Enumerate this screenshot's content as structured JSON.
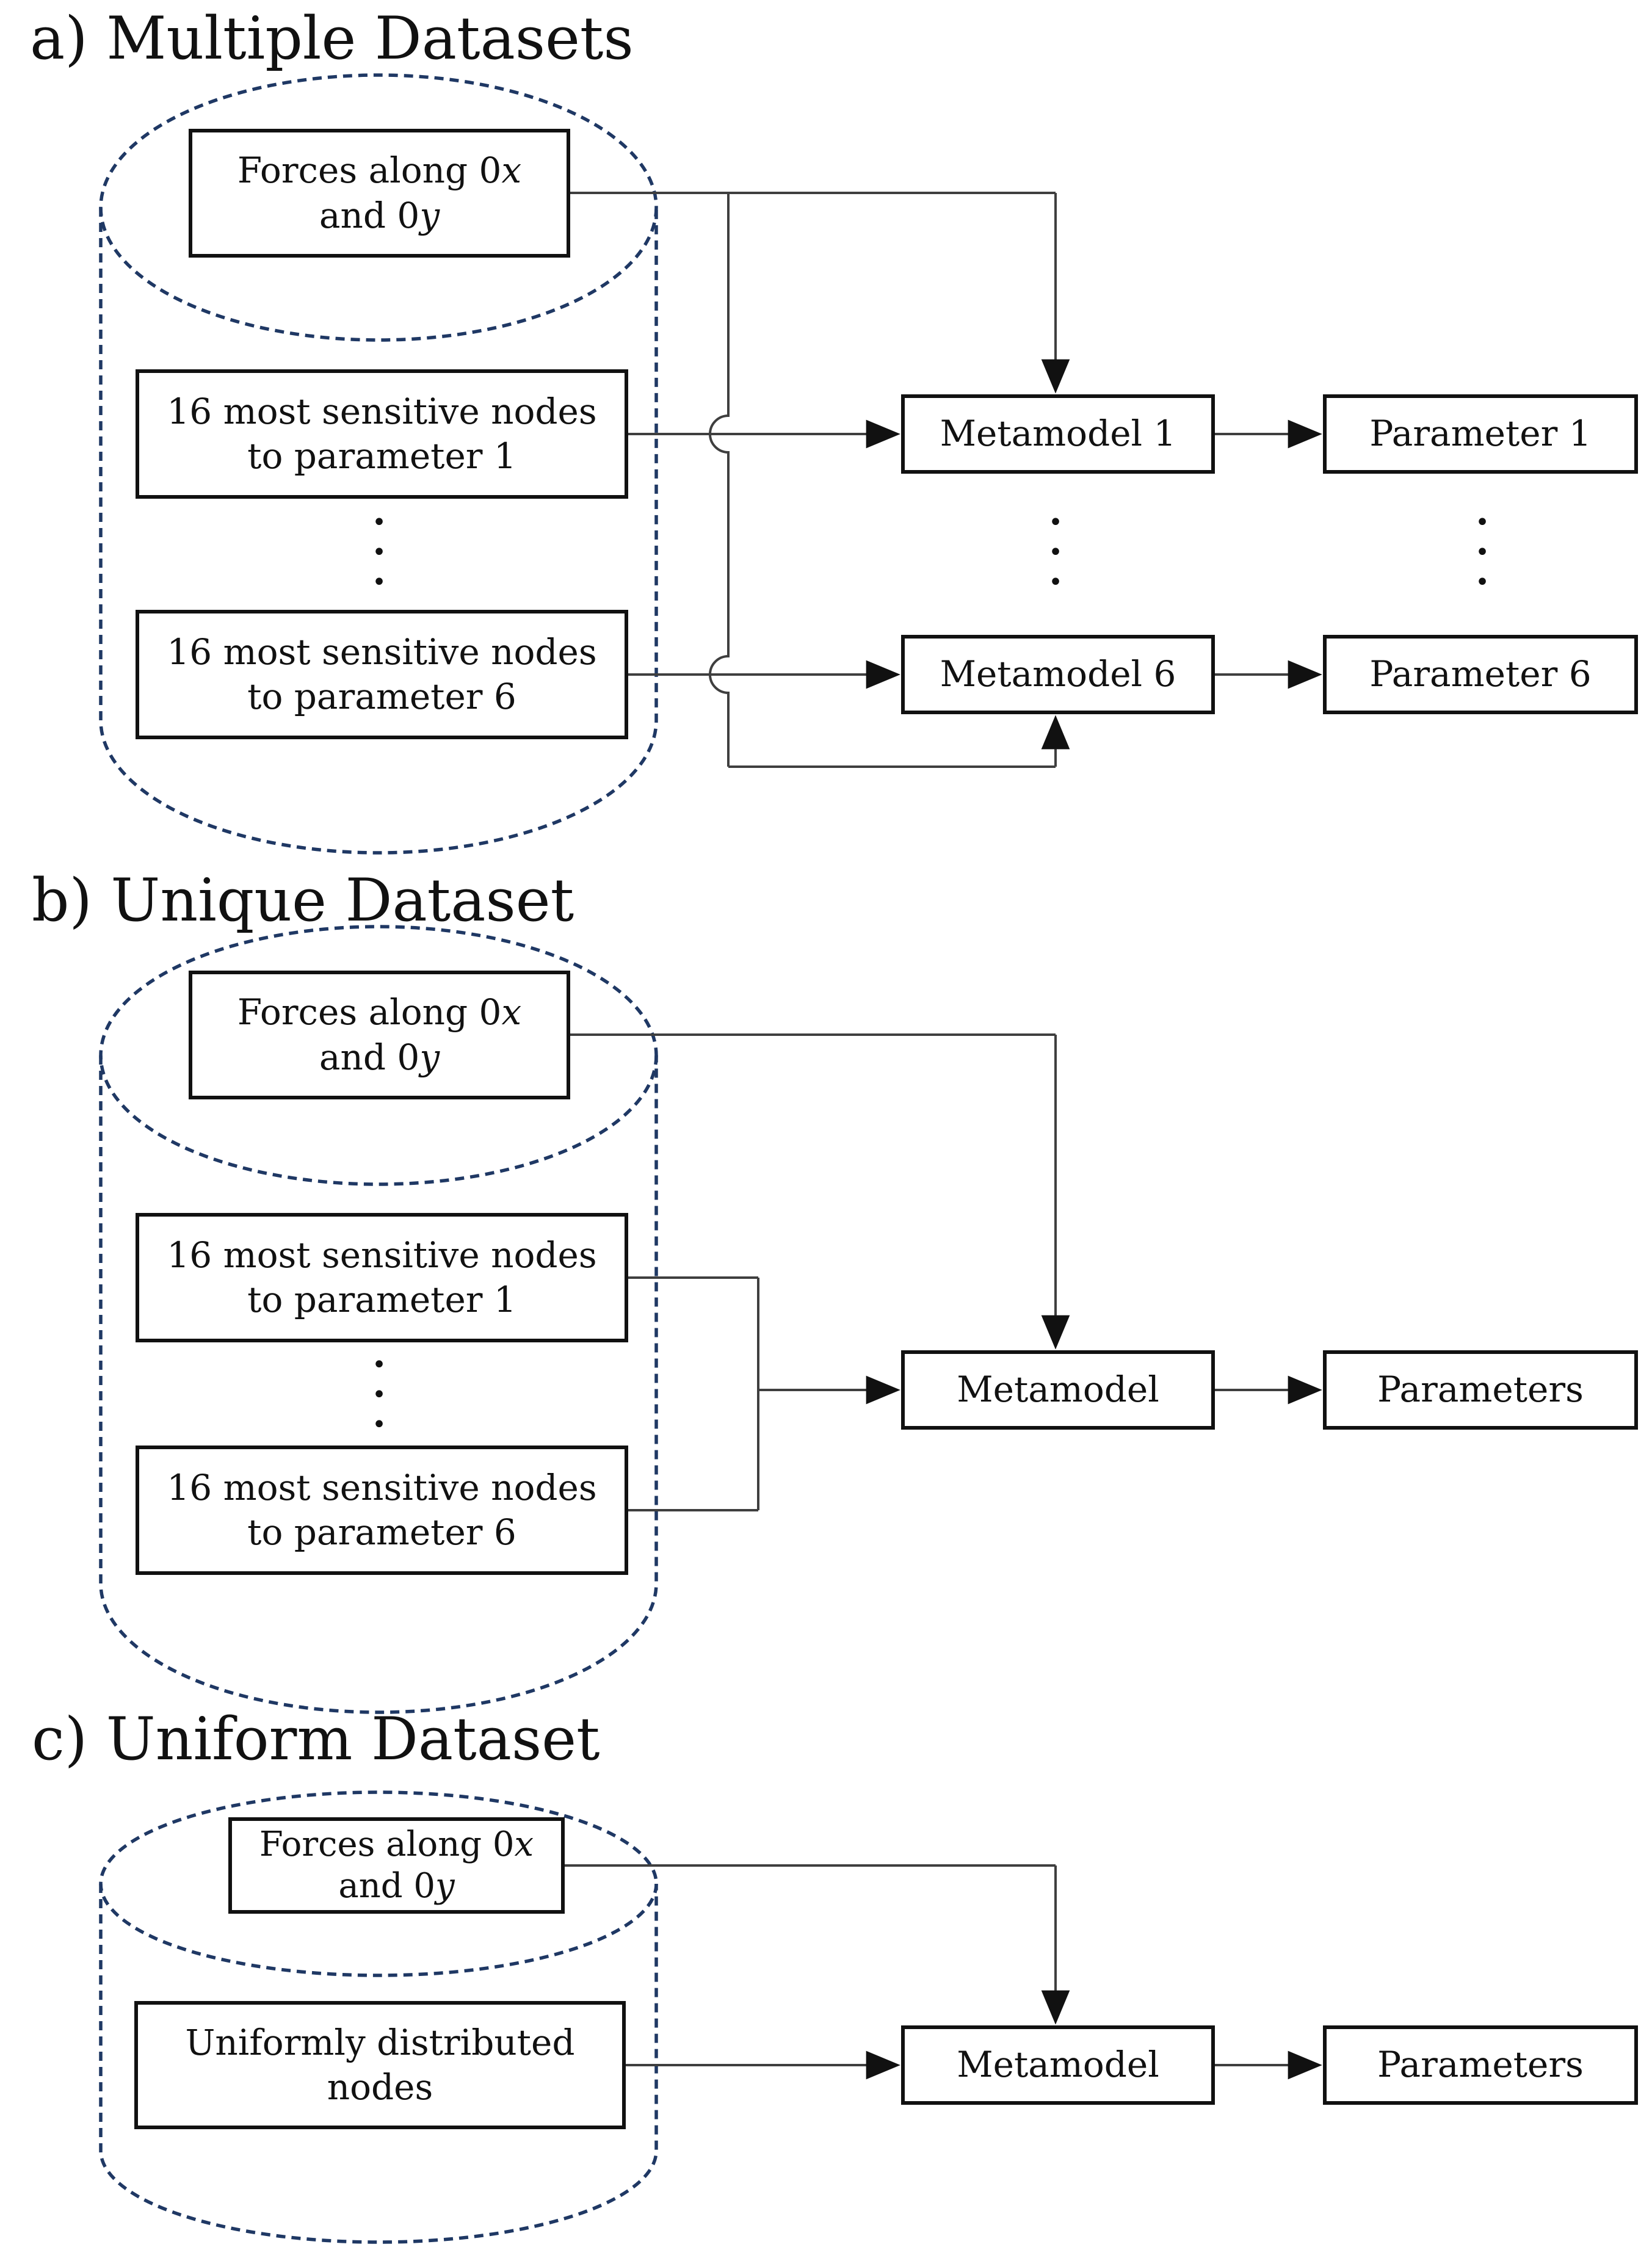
{
  "colors": {
    "cylinder_dash": "#1F3864",
    "connector_line": "#3F3F3F",
    "box_border": "#111111",
    "text": "#111111",
    "background": "#FFFFFF"
  },
  "sections": {
    "a": {
      "title": "a) Multiple Datasets",
      "forces": {
        "pre1": "Forces along 0",
        "var1": "x",
        "pre2": "and 0",
        "var2": "y"
      },
      "nodes_param1": {
        "line1": "16 most sensitive nodes",
        "line2": "to parameter 1"
      },
      "nodes_param6": {
        "line1": "16 most sensitive nodes",
        "line2": "to parameter 6"
      },
      "dataset_ellipsis": "•\n•\n•",
      "metamodel1": "Metamodel 1",
      "metamodel6": "Metamodel 6",
      "metamodel_ellipsis": "•\n•\n•",
      "parameter1": "Parameter 1",
      "parameter6": "Parameter 6",
      "parameter_ellipsis": "•\n•\n•"
    },
    "b": {
      "title": "b) Unique Dataset",
      "forces": {
        "pre1": "Forces along 0",
        "var1": "x",
        "pre2": "and 0",
        "var2": "y"
      },
      "nodes_param1": {
        "line1": "16 most sensitive nodes",
        "line2": "to parameter 1"
      },
      "nodes_param6": {
        "line1": "16 most sensitive nodes",
        "line2": "to parameter 6"
      },
      "dataset_ellipsis": "•\n•\n•",
      "metamodel": "Metamodel",
      "parameters": "Parameters"
    },
    "c": {
      "title": "c) Uniform Dataset",
      "forces": {
        "pre1": "Forces along 0",
        "var1": "x",
        "pre2": "and 0",
        "var2": "y"
      },
      "uniform_nodes": {
        "line1": "Uniformly distributed",
        "line2": "nodes"
      },
      "metamodel": "Metamodel",
      "parameters": "Parameters"
    }
  }
}
